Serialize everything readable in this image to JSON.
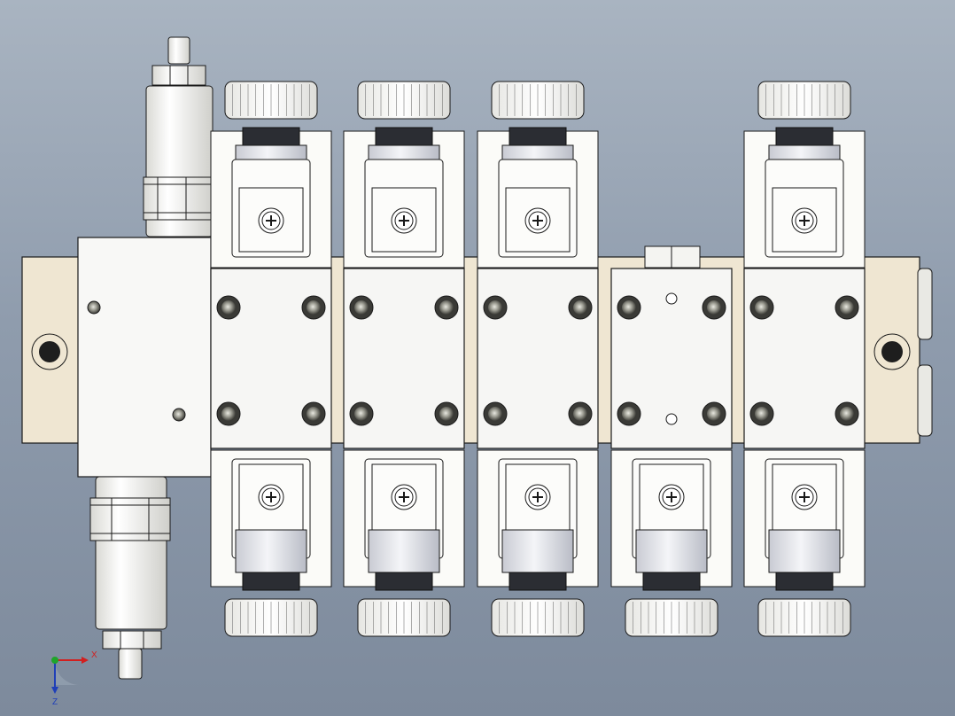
{
  "colors": {
    "background_top": "#a9b4c1",
    "background_bottom": "#7d8a9c",
    "manifold": "#efe6d2",
    "valve_body": "#f6f6f4",
    "solenoid": "#fbfbf8",
    "outline": "#1a1a1a",
    "axis_x": "#d21f1f",
    "axis_y": "#1fa52a",
    "axis_z": "#1f3fb8"
  },
  "triad": {
    "x_label": "X",
    "z_label": "Z"
  },
  "model": {
    "valve_stations": 5,
    "upper_coils_present": [
      true,
      true,
      true,
      false,
      true
    ],
    "lower_coils_present": [
      true,
      true,
      true,
      true,
      true
    ]
  }
}
